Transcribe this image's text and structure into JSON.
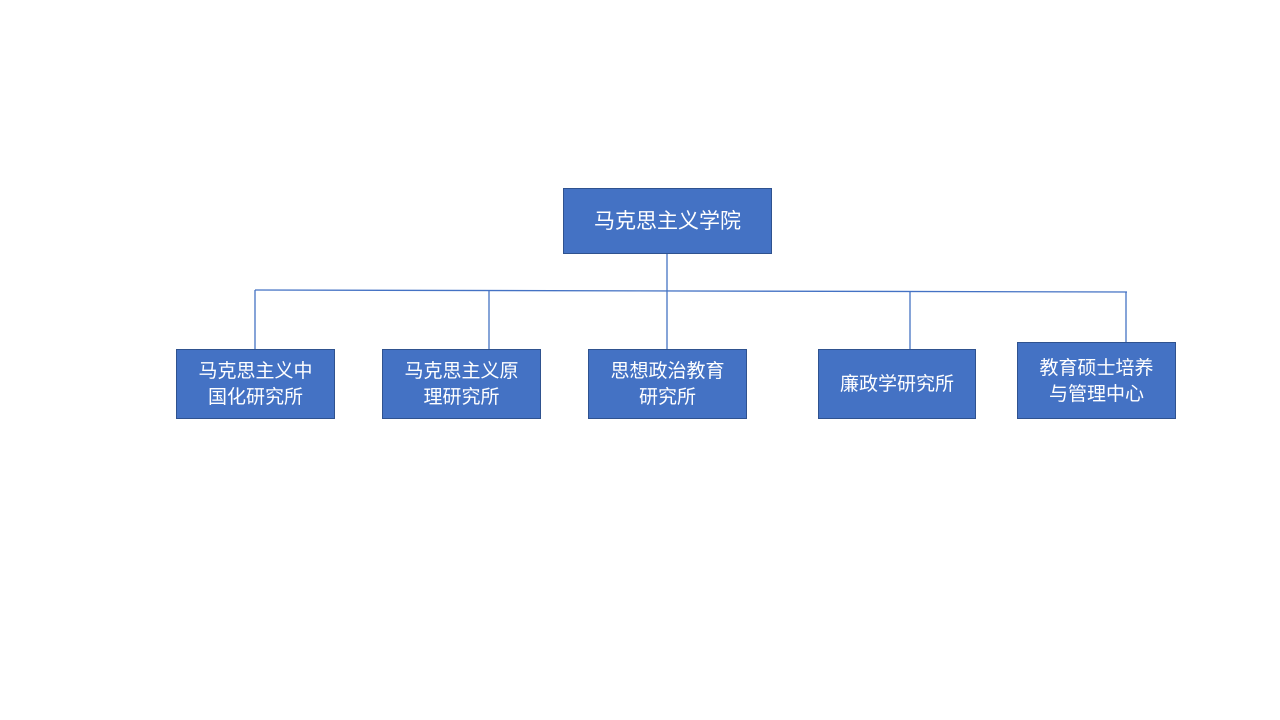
{
  "org_chart": {
    "root": {
      "label": "马克思主义学院"
    },
    "children": [
      {
        "label": "马克思主义中\n国化研究所"
      },
      {
        "label": "马克思主义原\n理研究所"
      },
      {
        "label": "思想政治教育\n研究所"
      },
      {
        "label": "廉政学研究所"
      },
      {
        "label": "教育硕士培养\n与管理中心"
      }
    ]
  },
  "colors": {
    "box_fill": "#4472c4",
    "box_border": "#2f528f",
    "connector": "#4472c4",
    "text": "#ffffff",
    "background": "#ffffff"
  }
}
